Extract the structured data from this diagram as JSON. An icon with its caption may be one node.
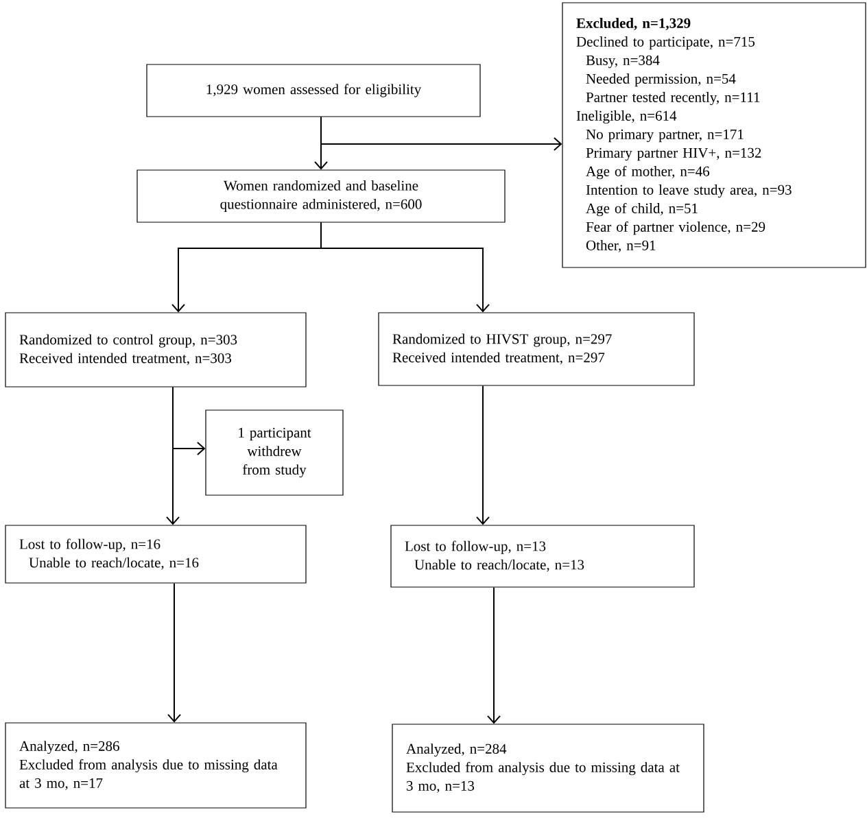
{
  "diagram": {
    "nodes": [
      {
        "text": [
          "1,929 women assessed for eligibility"
        ]
      },
      {
        "text": [
          "Excluded, n=1,329",
          "Declined to participate, n=715",
          "Busy, n=384",
          "Needed permission, n=54",
          "Partner tested recently, n=111",
          "Ineligible, n=614",
          "No primary partner, n=171",
          "Primary partner HIV+, n=132",
          "Age of mother, n=46",
          "Intention to leave study area, n=93",
          "Age of child, n=51",
          "Fear of partner violence, n=29",
          "Other, n=91"
        ]
      },
      {
        "text": [
          "Women randomized and baseline questionnaire administered, n=600"
        ]
      },
      {
        "text": [
          "Randomized to control group, n=303",
          "Received intended treatment, n=303"
        ]
      },
      {
        "text": [
          "Randomized to HIVST group, n=297",
          "Received intended treatment, n=297"
        ]
      },
      {
        "text": [
          "1 participant withdrew from study"
        ]
      },
      {
        "text": [
          "Lost to follow-up, n=16",
          "Unable to reach/locate, n=16"
        ]
      },
      {
        "text": [
          "Lost to follow-up, n=13",
          "Unable to reach/locate, n=13"
        ]
      },
      {
        "text": [
          "Analyzed, n=286",
          "Excluded from analysis due to missing data at 3 mo, n=17"
        ]
      },
      {
        "text": [
          "Analyzed, n=284",
          "Excluded from analysis due to missing data at 3 mo, n=13"
        ]
      }
    ],
    "edges": [
      {
        "from": 0,
        "to": 2,
        "arrow": "to"
      },
      {
        "from": 0,
        "to": 1,
        "arrow": "to"
      },
      {
        "from": 2,
        "to": 3,
        "arrow": "to"
      },
      {
        "from": 2,
        "to": 4,
        "arrow": "to"
      },
      {
        "from": 3,
        "to": 5,
        "arrow": "to"
      },
      {
        "from": 3,
        "to": 6,
        "arrow": "to"
      },
      {
        "from": 4,
        "to": 7,
        "arrow": "to"
      },
      {
        "from": 6,
        "to": 8,
        "arrow": "to"
      },
      {
        "from": 7,
        "to": 9,
        "arrow": "to"
      }
    ]
  }
}
